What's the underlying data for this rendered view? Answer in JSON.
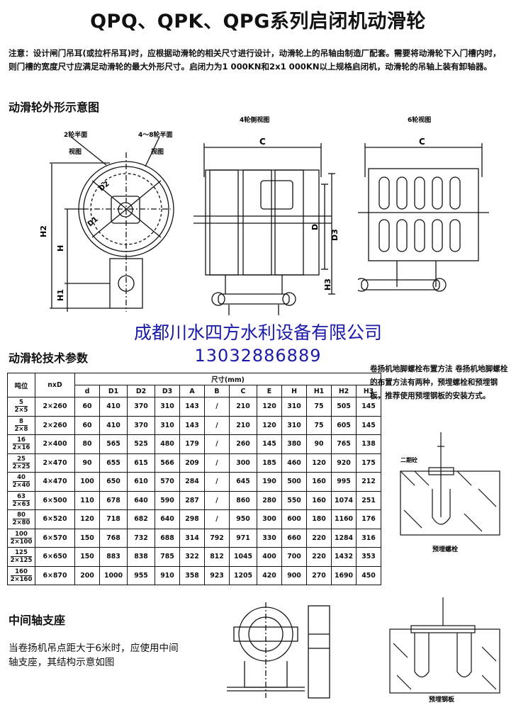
{
  "title": "QPQ、QPK、QPG系列启闭机动滑轮",
  "note": "注意：设计闸门吊耳(或拉杆吊耳)时，应根据动滑轮的相关尺寸进行设计，动滑轮上的吊轴由制造厂配套。需要将动滑轮下入门槽内时，则门槽的宽度尺寸应满足动滑轮的最大外形尺寸。启闭力为1 000KN和2x1 000KN以上规格启闭机，动滑轮的吊轴上装有卸轴器。",
  "sections": {
    "outline": "动滑轮外形示意图",
    "tech": "动滑轮技术参数",
    "mid": "中间轴支座"
  },
  "drawing_labels": {
    "half2": "2轮半面",
    "view": "视图",
    "half48": "4～8轮半面",
    "side4": "4轮侧视图",
    "view6": "6轮视图",
    "c": "C",
    "d": "D",
    "d1": "D1",
    "d2": "D2",
    "d3": "D3",
    "h": "H",
    "h1": "H1",
    "h2": "H2",
    "h3": "H3",
    "bolt": "预埋螺栓",
    "plate": "预埋钢板",
    "wheel2": "二期砼"
  },
  "watermark": {
    "company": "成都川水四方水利设备有限公司",
    "phone": "13032886889"
  },
  "install_text": "卷扬机地脚螺栓布置方法 卷扬机地脚螺栓的布置方法有两种，预埋螺栓和预埋钢板，推荐使用预埋钢板的安装方式。",
  "mid_text": "当卷扬机吊点距大于6米时，应使用中间轴支座，其结构示意如图",
  "table": {
    "col_tonnage": "吨位",
    "col_nxd": "nxD",
    "col_size": "尺寸(mm)",
    "columns": [
      "d",
      "D1",
      "D2",
      "D3",
      "A",
      "B",
      "C",
      "E",
      "H",
      "H1",
      "H2",
      "H3"
    ],
    "rows": [
      {
        "t1": "5",
        "t2": "2×5",
        "nxd": "2×260",
        "v": [
          "60",
          "410",
          "370",
          "310",
          "143",
          "/",
          "210",
          "120",
          "310",
          "75",
          "505",
          "145"
        ]
      },
      {
        "t1": "8",
        "t2": "2×8",
        "nxd": "2×260",
        "v": [
          "60",
          "410",
          "370",
          "310",
          "143",
          "/",
          "210",
          "120",
          "310",
          "75",
          "605",
          "145"
        ]
      },
      {
        "t1": "16",
        "t2": "2×16",
        "nxd": "2×400",
        "v": [
          "80",
          "565",
          "525",
          "480",
          "179",
          "/",
          "260",
          "145",
          "380",
          "90",
          "765",
          "138"
        ]
      },
      {
        "t1": "25",
        "t2": "2×25",
        "nxd": "2×470",
        "v": [
          "90",
          "655",
          "615",
          "566",
          "209",
          "/",
          "300",
          "185",
          "460",
          "120",
          "920",
          "175"
        ]
      },
      {
        "t1": "40",
        "t2": "2×40",
        "nxd": "4×470",
        "v": [
          "100",
          "650",
          "610",
          "570",
          "284",
          "/",
          "645",
          "190",
          "500",
          "160",
          "995",
          "212"
        ]
      },
      {
        "t1": "63",
        "t2": "2×63",
        "nxd": "6×500",
        "v": [
          "110",
          "678",
          "640",
          "590",
          "287",
          "/",
          "860",
          "280",
          "550",
          "160",
          "1074",
          "251"
        ]
      },
      {
        "t1": "80",
        "t2": "2×80",
        "nxd": "6×520",
        "v": [
          "120",
          "718",
          "682",
          "640",
          "298",
          "/",
          "950",
          "300",
          "600",
          "180",
          "1160",
          "176"
        ]
      },
      {
        "t1": "100",
        "t2": "2×100",
        "nxd": "6×570",
        "v": [
          "150",
          "768",
          "732",
          "688",
          "314",
          "792",
          "971",
          "330",
          "660",
          "220",
          "1284",
          "316"
        ]
      },
      {
        "t1": "125",
        "t2": "2×125",
        "nxd": "6×650",
        "v": [
          "150",
          "883",
          "838",
          "785",
          "322",
          "812",
          "1045",
          "400",
          "700",
          "220",
          "1432",
          "353"
        ]
      },
      {
        "t1": "160",
        "t2": "2×160",
        "nxd": "6×870",
        "v": [
          "200",
          "1000",
          "955",
          "910",
          "358",
          "923",
          "1205",
          "420",
          "900",
          "270",
          "1690",
          "450"
        ]
      }
    ]
  }
}
